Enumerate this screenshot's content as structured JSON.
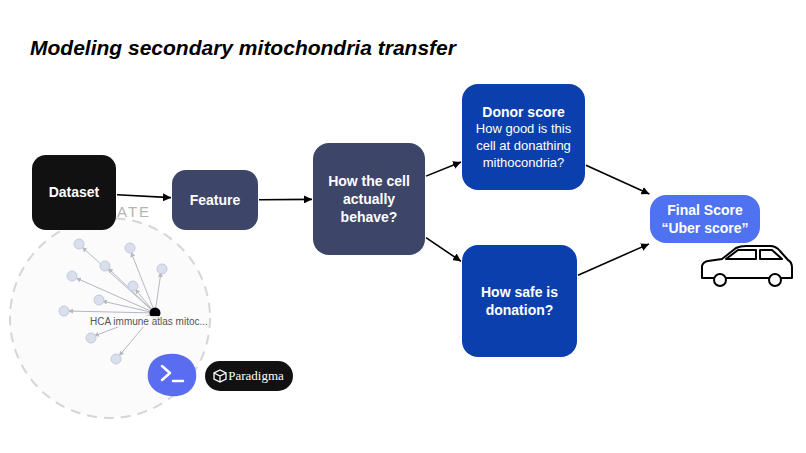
{
  "diagram": {
    "title": "Modeling secondary mitochondria transfer",
    "nodes": [
      {
        "text": [
          "Dataset"
        ]
      },
      {
        "text": [
          "Feature"
        ]
      },
      {
        "text": [
          "How the cell actually behave?"
        ]
      },
      {
        "text": [
          "Donor score",
          "How good is this cell at donathing mithocondria?"
        ]
      },
      {
        "text": [
          "How safe is donation?"
        ]
      },
      {
        "text": [
          "Final Score",
          "“Uber score”"
        ]
      },
      {
        "text": [
          "Paradigma"
        ]
      }
    ],
    "edges": [
      {
        "from": 0,
        "to": 1,
        "arrow": "to"
      },
      {
        "from": 1,
        "to": 2,
        "arrow": "to"
      },
      {
        "from": 2,
        "to": 3,
        "arrow": "to"
      },
      {
        "from": 2,
        "to": 4,
        "arrow": "to"
      },
      {
        "from": 3,
        "to": 5,
        "arrow": "to"
      },
      {
        "from": 4,
        "to": 5,
        "arrow": "to"
      }
    ],
    "labels": [
      "ATE",
      "HCA immune atlas mitoc..."
    ]
  }
}
